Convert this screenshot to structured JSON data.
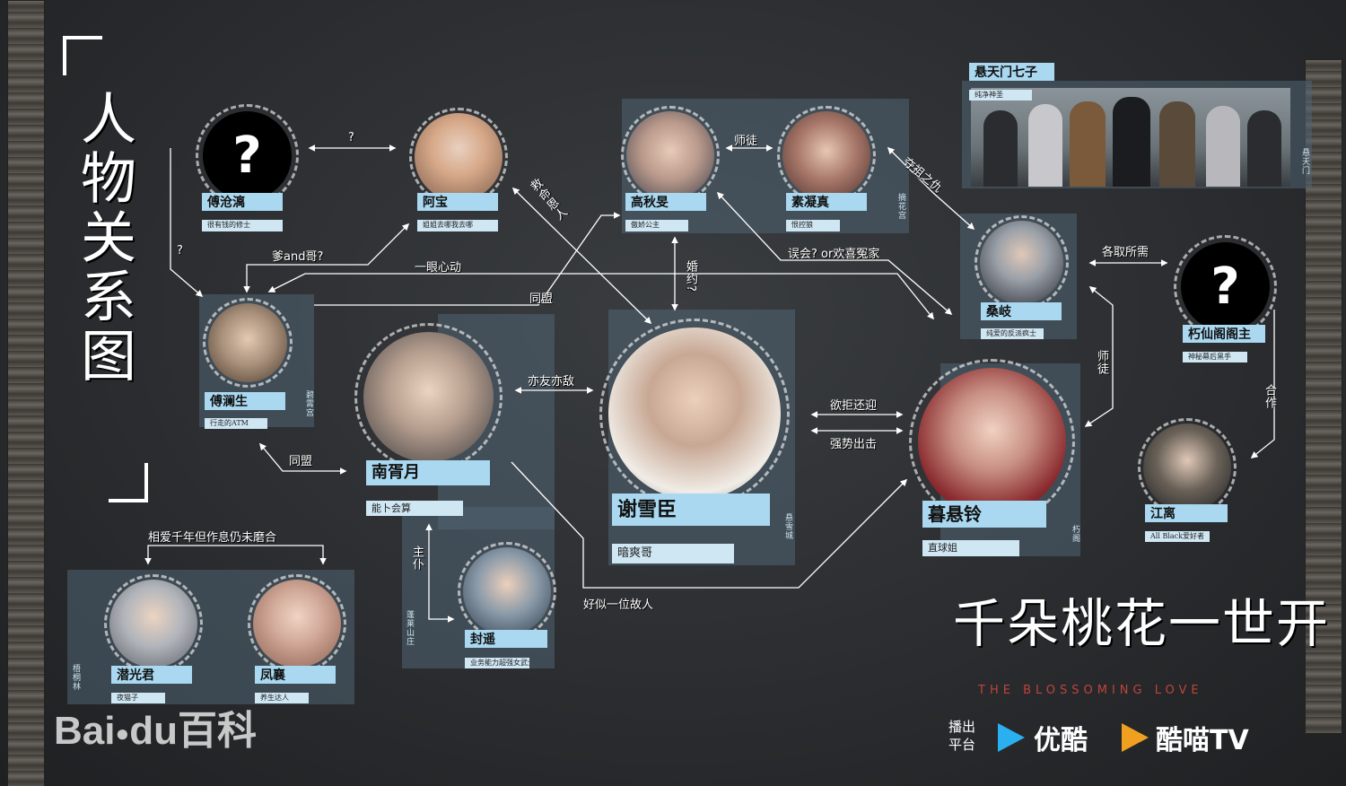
{
  "title": "人物关系图",
  "characters": {
    "fu_cangli": {
      "name": "傅沧漓",
      "desc": "很有钱的修士"
    },
    "abao": {
      "name": "阿宝",
      "desc": "姐姐去哪我去哪"
    },
    "gao_qiuming": {
      "name": "高秋旻",
      "desc": "傲娇公主"
    },
    "su_ningzhen": {
      "name": "素凝真",
      "desc": "恨控狼"
    },
    "seven": {
      "name": "悬天门七子",
      "desc": "纯净神圣",
      "tag": "悬天门"
    },
    "sang_qi": {
      "name": "桑岐",
      "desc": "纯爱的反派疯士"
    },
    "xiuxian": {
      "name": "朽仙阁阁主",
      "desc": "神秘幕后黑手"
    },
    "fu_lansheng": {
      "name": "傅澜生",
      "desc": "行走的ATM",
      "tag": "碧霄宫"
    },
    "nan_xuyue": {
      "name": "南胥月",
      "desc": "能卜会算"
    },
    "xie_xuechen": {
      "name": "谢雪臣",
      "desc": "暗爽哥",
      "tag": "悬雪城"
    },
    "mu_xuanling": {
      "name": "暮悬铃",
      "desc": "直球姐",
      "tag": "朽阁"
    },
    "jiang_li": {
      "name": "江离",
      "desc": "All Black爱好者"
    },
    "feng_yao": {
      "name": "封遥",
      "desc": "业务能力超强女武士",
      "tag": "蓬莱山庄"
    },
    "qian_guangjun": {
      "name": "潜光君",
      "desc": "夜猫子",
      "tag": "梧桐林"
    },
    "feng_xiang": {
      "name": "凤襄",
      "desc": "养生达人"
    }
  },
  "panel_tags": {
    "su_ningzhen": "摘花宫"
  },
  "relations": {
    "q1": "?",
    "q2": "?",
    "baby_bro": "爹and哥?",
    "yiyan": "一眼心动",
    "tongmeng1": "同盟",
    "tongmeng2": "同盟",
    "jiuming": "救命恩人",
    "shitu1": "师徒",
    "duozu": "夺祖之仇",
    "wuhui": "误会? or欢喜冤家",
    "hunyue": "婚约?",
    "gequ": "各取所需",
    "shitu2": "师徒",
    "hezuo": "合作",
    "youdi": "亦友亦敌",
    "yuju": "欲拒还迎",
    "qiangshi": "强势出击",
    "zhupu": "主仆",
    "guren": "好似一位故人",
    "xiangai": "相爱千年但作息仍未磨合"
  },
  "brand": {
    "show_title": "千朵桃花一世开",
    "show_en": "THE BLOSSOMING LOVE",
    "platform_label": "播出平台",
    "platform1": "优酷",
    "platform2": "酷喵TV",
    "watermark1": "Bai",
    "watermark2": "du",
    "watermark3": "百科"
  },
  "colors": {
    "accent": "#a9d8f0",
    "panel": "#506473",
    "bg": "#2b2d30"
  }
}
